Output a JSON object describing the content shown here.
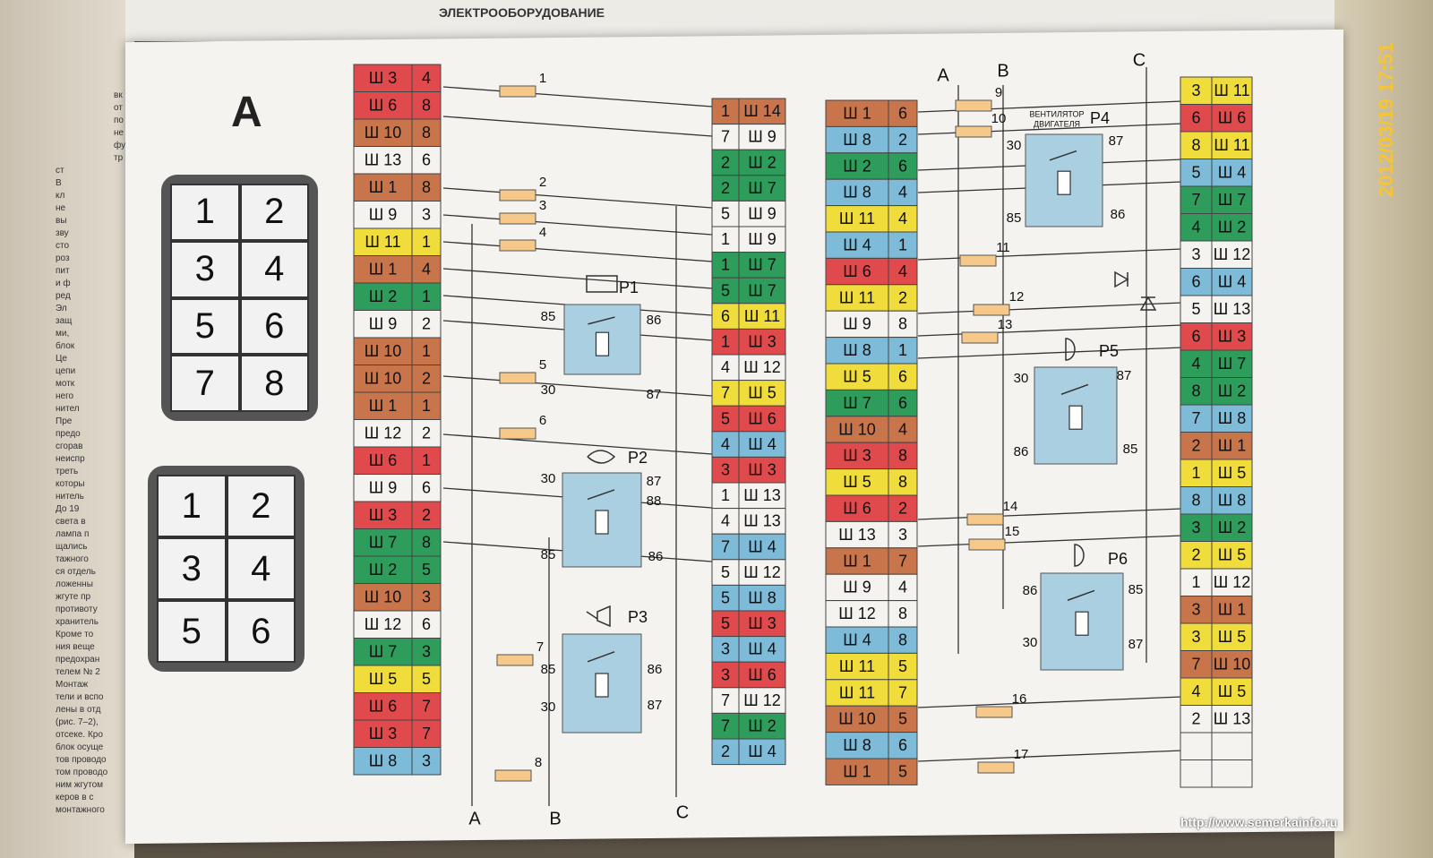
{
  "page_title": "ЭЛЕКТРООБОРУДОВАНИЕ",
  "figure_label": "А",
  "timestamp": "2012/03/19 17:51",
  "watermark_url": "http://www.semerkainfo.ru",
  "connector_8": [
    "1",
    "2",
    "3",
    "4",
    "5",
    "6",
    "7",
    "8"
  ],
  "connector_6": [
    "1",
    "2",
    "3",
    "4",
    "5",
    "6"
  ],
  "bus_labels": {
    "a": "A",
    "b": "B",
    "c": "C"
  },
  "colors": {
    "red": "#e04a4c",
    "brown": "#c8754c",
    "white": "#f4f3ef",
    "yellow": "#f0dd3c",
    "green": "#2e9c5a",
    "blue": "#7dbbd8",
    "relay": "#a9cfe0"
  },
  "column_a": [
    {
      "l": "Ш 3",
      "r": "4",
      "c": "red"
    },
    {
      "l": "Ш 6",
      "r": "8",
      "c": "red"
    },
    {
      "l": "Ш 10",
      "r": "8",
      "c": "brown"
    },
    {
      "l": "Ш 13",
      "r": "6",
      "c": "white"
    },
    {
      "l": "Ш 1",
      "r": "8",
      "c": "brown"
    },
    {
      "l": "Ш 9",
      "r": "3",
      "c": "white"
    },
    {
      "l": "Ш 11",
      "r": "1",
      "c": "yellow"
    },
    {
      "l": "Ш 1",
      "r": "4",
      "c": "brown"
    },
    {
      "l": "Ш 2",
      "r": "1",
      "c": "green"
    },
    {
      "l": "Ш 9",
      "r": "2",
      "c": "white"
    },
    {
      "l": "Ш 10",
      "r": "1",
      "c": "brown"
    },
    {
      "l": "Ш 10",
      "r": "2",
      "c": "brown"
    },
    {
      "l": "Ш 1",
      "r": "1",
      "c": "brown"
    },
    {
      "l": "Ш 12",
      "r": "2",
      "c": "white"
    },
    {
      "l": "Ш 6",
      "r": "1",
      "c": "red"
    },
    {
      "l": "Ш 9",
      "r": "6",
      "c": "white"
    },
    {
      "l": "Ш 3",
      "r": "2",
      "c": "red"
    },
    {
      "l": "Ш 7",
      "r": "8",
      "c": "green"
    },
    {
      "l": "Ш 2",
      "r": "5",
      "c": "green"
    },
    {
      "l": "Ш 10",
      "r": "3",
      "c": "brown"
    },
    {
      "l": "Ш 12",
      "r": "6",
      "c": "white"
    },
    {
      "l": "Ш 7",
      "r": "3",
      "c": "green"
    },
    {
      "l": "Ш 5",
      "r": "5",
      "c": "yellow"
    },
    {
      "l": "Ш 6",
      "r": "7",
      "c": "red"
    },
    {
      "l": "Ш 3",
      "r": "7",
      "c": "red"
    },
    {
      "l": "Ш 8",
      "r": "3",
      "c": "blue"
    }
  ],
  "column_b": [
    {
      "l": "1",
      "r": "Ш 14",
      "c": "brown"
    },
    {
      "l": "7",
      "r": "Ш 9",
      "c": "white"
    },
    {
      "l": "2",
      "r": "Ш 2",
      "c": "green"
    },
    {
      "l": "2",
      "r": "Ш 7",
      "c": "green"
    },
    {
      "l": "5",
      "r": "Ш 9",
      "c": "white"
    },
    {
      "l": "1",
      "r": "Ш 9",
      "c": "white"
    },
    {
      "l": "1",
      "r": "Ш 7",
      "c": "green"
    },
    {
      "l": "5",
      "r": "Ш 7",
      "c": "green"
    },
    {
      "l": "6",
      "r": "Ш 11",
      "c": "yellow"
    },
    {
      "l": "1",
      "r": "Ш 3",
      "c": "red"
    },
    {
      "l": "4",
      "r": "Ш 12",
      "c": "white"
    },
    {
      "l": "7",
      "r": "Ш 5",
      "c": "yellow"
    },
    {
      "l": "5",
      "r": "Ш 6",
      "c": "red"
    },
    {
      "l": "4",
      "r": "Ш 4",
      "c": "blue"
    },
    {
      "l": "3",
      "r": "Ш 3",
      "c": "red"
    },
    {
      "l": "1",
      "r": "Ш 13",
      "c": "white"
    },
    {
      "l": "4",
      "r": "Ш 13",
      "c": "white"
    },
    {
      "l": "7",
      "r": "Ш 4",
      "c": "blue"
    },
    {
      "l": "5",
      "r": "Ш 12",
      "c": "white"
    },
    {
      "l": "5",
      "r": "Ш 8",
      "c": "blue"
    },
    {
      "l": "5",
      "r": "Ш 3",
      "c": "red"
    },
    {
      "l": "3",
      "r": "Ш 4",
      "c": "blue"
    },
    {
      "l": "3",
      "r": "Ш 6",
      "c": "red"
    },
    {
      "l": "7",
      "r": "Ш 12",
      "c": "white"
    },
    {
      "l": "7",
      "r": "Ш 2",
      "c": "green"
    },
    {
      "l": "2",
      "r": "Ш 4",
      "c": "blue"
    }
  ],
  "column_c": [
    {
      "l": "Ш 1",
      "r": "6",
      "c": "brown"
    },
    {
      "l": "Ш 8",
      "r": "2",
      "c": "blue"
    },
    {
      "l": "Ш 2",
      "r": "6",
      "c": "green"
    },
    {
      "l": "Ш 8",
      "r": "4",
      "c": "blue"
    },
    {
      "l": "Ш 11",
      "r": "4",
      "c": "yellow"
    },
    {
      "l": "Ш 4",
      "r": "1",
      "c": "blue"
    },
    {
      "l": "Ш 6",
      "r": "4",
      "c": "red"
    },
    {
      "l": "Ш 11",
      "r": "2",
      "c": "yellow"
    },
    {
      "l": "Ш 9",
      "r": "8",
      "c": "white"
    },
    {
      "l": "Ш 8",
      "r": "1",
      "c": "blue"
    },
    {
      "l": "Ш 5",
      "r": "6",
      "c": "yellow"
    },
    {
      "l": "Ш 7",
      "r": "6",
      "c": "green"
    },
    {
      "l": "Ш 10",
      "r": "4",
      "c": "brown"
    },
    {
      "l": "Ш 3",
      "r": "8",
      "c": "red"
    },
    {
      "l": "Ш 5",
      "r": "8",
      "c": "yellow"
    },
    {
      "l": "Ш 6",
      "r": "2",
      "c": "red"
    },
    {
      "l": "Ш 13",
      "r": "3",
      "c": "white"
    },
    {
      "l": "Ш 1",
      "r": "7",
      "c": "brown"
    },
    {
      "l": "Ш 9",
      "r": "4",
      "c": "white"
    },
    {
      "l": "Ш 12",
      "r": "8",
      "c": "white"
    },
    {
      "l": "Ш 4",
      "r": "8",
      "c": "blue"
    },
    {
      "l": "Ш 11",
      "r": "5",
      "c": "yellow"
    },
    {
      "l": "Ш 11",
      "r": "7",
      "c": "yellow"
    },
    {
      "l": "Ш 10",
      "r": "5",
      "c": "brown"
    },
    {
      "l": "Ш 8",
      "r": "6",
      "c": "blue"
    },
    {
      "l": "Ш 1",
      "r": "5",
      "c": "brown"
    }
  ],
  "column_d": [
    {
      "l": "3",
      "r": "Ш 11",
      "c": "yellow"
    },
    {
      "l": "6",
      "r": "Ш 6",
      "c": "red"
    },
    {
      "l": "8",
      "r": "Ш 11",
      "c": "yellow"
    },
    {
      "l": "5",
      "r": "Ш 4",
      "c": "blue"
    },
    {
      "l": "7",
      "r": "Ш 7",
      "c": "green"
    },
    {
      "l": "4",
      "r": "Ш 2",
      "c": "green"
    },
    {
      "l": "3",
      "r": "Ш 12",
      "c": "white"
    },
    {
      "l": "6",
      "r": "Ш 4",
      "c": "blue"
    },
    {
      "l": "5",
      "r": "Ш 13",
      "c": "white"
    },
    {
      "l": "6",
      "r": "Ш 3",
      "c": "red"
    },
    {
      "l": "4",
      "r": "Ш 7",
      "c": "green"
    },
    {
      "l": "8",
      "r": "Ш 2",
      "c": "green"
    },
    {
      "l": "7",
      "r": "Ш 8",
      "c": "blue"
    },
    {
      "l": "2",
      "r": "Ш 1",
      "c": "brown"
    },
    {
      "l": "1",
      "r": "Ш 5",
      "c": "yellow"
    },
    {
      "l": "8",
      "r": "Ш 8",
      "c": "blue"
    },
    {
      "l": "3",
      "r": "Ш 2",
      "c": "green"
    },
    {
      "l": "2",
      "r": "Ш 5",
      "c": "yellow"
    },
    {
      "l": "1",
      "r": "Ш 12",
      "c": "white"
    },
    {
      "l": "3",
      "r": "Ш 1",
      "c": "brown"
    },
    {
      "l": "3",
      "r": "Ш 5",
      "c": "yellow"
    },
    {
      "l": "7",
      "r": "Ш 10",
      "c": "brown"
    },
    {
      "l": "4",
      "r": "Ш 5",
      "c": "yellow"
    },
    {
      "l": "2",
      "r": "Ш 13",
      "c": "white"
    },
    {
      "l": "",
      "r": "",
      "c": "white"
    },
    {
      "l": "",
      "r": "",
      "c": "white"
    }
  ],
  "fuses": [
    "1",
    "2",
    "3",
    "4",
    "5",
    "6",
    "7",
    "8",
    "9",
    "10",
    "11",
    "12",
    "13",
    "14",
    "15",
    "16",
    "17"
  ],
  "relays": [
    {
      "name": "P1",
      "pins": [
        "85",
        "86",
        "30",
        "87"
      ]
    },
    {
      "name": "P2",
      "pins": [
        "30",
        "87",
        "88",
        "85",
        "86"
      ]
    },
    {
      "name": "P3",
      "pins": [
        "85",
        "86",
        "30",
        "87"
      ]
    },
    {
      "name": "P4",
      "caption": "ВЕНТИЛЯТОР ДВИГАТЕЛЯ",
      "pins": [
        "30",
        "87",
        "85",
        "86"
      ]
    },
    {
      "name": "P5",
      "pins": [
        "30",
        "87",
        "86",
        "85"
      ]
    },
    {
      "name": "P6",
      "pins": [
        "86",
        "85",
        "30",
        "87"
      ]
    }
  ],
  "left_text_lines": [
    "вк",
    "от",
    "по",
    "не",
    "фу",
    "тр",
    "ст",
    "В",
    "кл",
    "не",
    "вы",
    "зву",
    "сто",
    "роз",
    "пит",
    "и ф",
    "ред",
    "Эл",
    "защ",
    "ми,",
    "блок",
    "Це",
    "цепи",
    "мотк",
    "него",
    "нител",
    "Пре",
    "предо",
    "сгорав",
    "неиспр",
    "треть",
    "которы",
    "нитель",
    "До 19",
    "света в",
    "лампа п",
    "щались",
    "тажного",
    "ся отдель",
    "ложенны",
    "жгуте пр",
    "противоту",
    "хранитель",
    "Кроме то",
    "ния веще",
    "предохран",
    "телем № 2",
    "Монтаж",
    "тели и вспо",
    "лены в отд",
    "(рис. 7–2),",
    "отсеке. Кро",
    "блок осуще",
    "тов проводо",
    "том проводо",
    "ним жгутом",
    "керов в с",
    "монтажного"
  ]
}
